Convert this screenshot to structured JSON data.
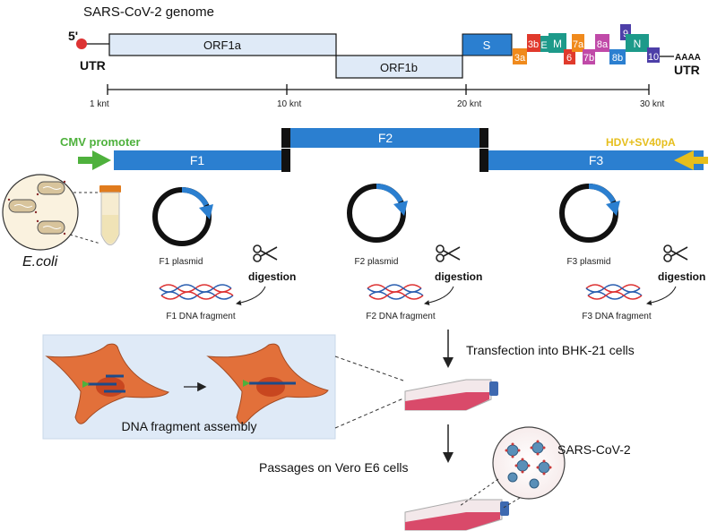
{
  "genome": {
    "title": "SARS-CoV-2 genome",
    "five_prime": "5'",
    "utr_left": "UTR",
    "utr_right": "UTR",
    "polyA": "AAAA",
    "orf1a": "ORF1a",
    "orf1b": "ORF1b",
    "s": "S",
    "e": "E",
    "m": "M",
    "n": "N",
    "orf3a": "3a",
    "orf3b": "3b",
    "orf6": "6",
    "orf7a": "7a",
    "orf7b": "7b",
    "orf8a": "8a",
    "orf8b": "8b",
    "orf9": "9",
    "orf10": "10",
    "scale": {
      "t1": "1 knt",
      "t10": "10 knt",
      "t20": "20 knt",
      "t30": "30 knt"
    }
  },
  "fragments": {
    "cmv": "CMV promoter",
    "hdv": "HDV+SV40pA",
    "f1": "F1",
    "f2": "F2",
    "f3": "F3"
  },
  "plasmids": {
    "f1_plasmid": "F1 plasmid",
    "f2_plasmid": "F2 plasmid",
    "f3_plasmid": "F3 plasmid",
    "digestion": "digestion",
    "f1_fragment": "F1 DNA fragment",
    "f2_fragment": "F2 DNA fragment",
    "f3_fragment": "F3 DNA fragment"
  },
  "ecoli": "E.coli",
  "assembly": "DNA fragment assembly",
  "transfection": "Transfection into BHK-21 cells",
  "passages": "Passages on  Vero E6 cells",
  "virus": "SARS-CoV-2",
  "colors": {
    "orf_fill": "#dfeaf7",
    "blue": "#2b7fd0",
    "arrow_green": "#4eb13c",
    "arrow_yellow": "#e6be1c",
    "cell": "#e2703a",
    "nucleus": "#c8461f",
    "panel": "#dfeaf7"
  }
}
